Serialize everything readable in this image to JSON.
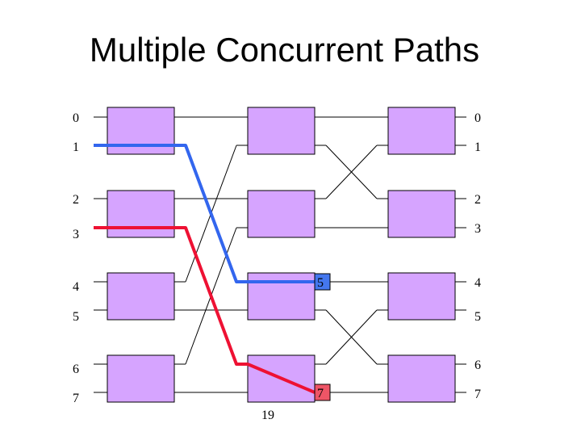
{
  "title": "Multiple Concurrent Paths",
  "page_number": "19",
  "left_port_labels": [
    "0",
    "1",
    "2",
    "3",
    "4",
    "5",
    "6",
    "7"
  ],
  "right_port_labels": [
    "0",
    "1",
    "2",
    "3",
    "4",
    "5",
    "6",
    "7"
  ],
  "paths": [
    {
      "color": "#3366ee",
      "end_label": "5"
    },
    {
      "color": "#ee1133",
      "end_label": "7"
    }
  ],
  "colors": {
    "switch_fill": "#d6a4ff",
    "blue_marker": "#4477ee",
    "red_marker": "#ee5566"
  }
}
